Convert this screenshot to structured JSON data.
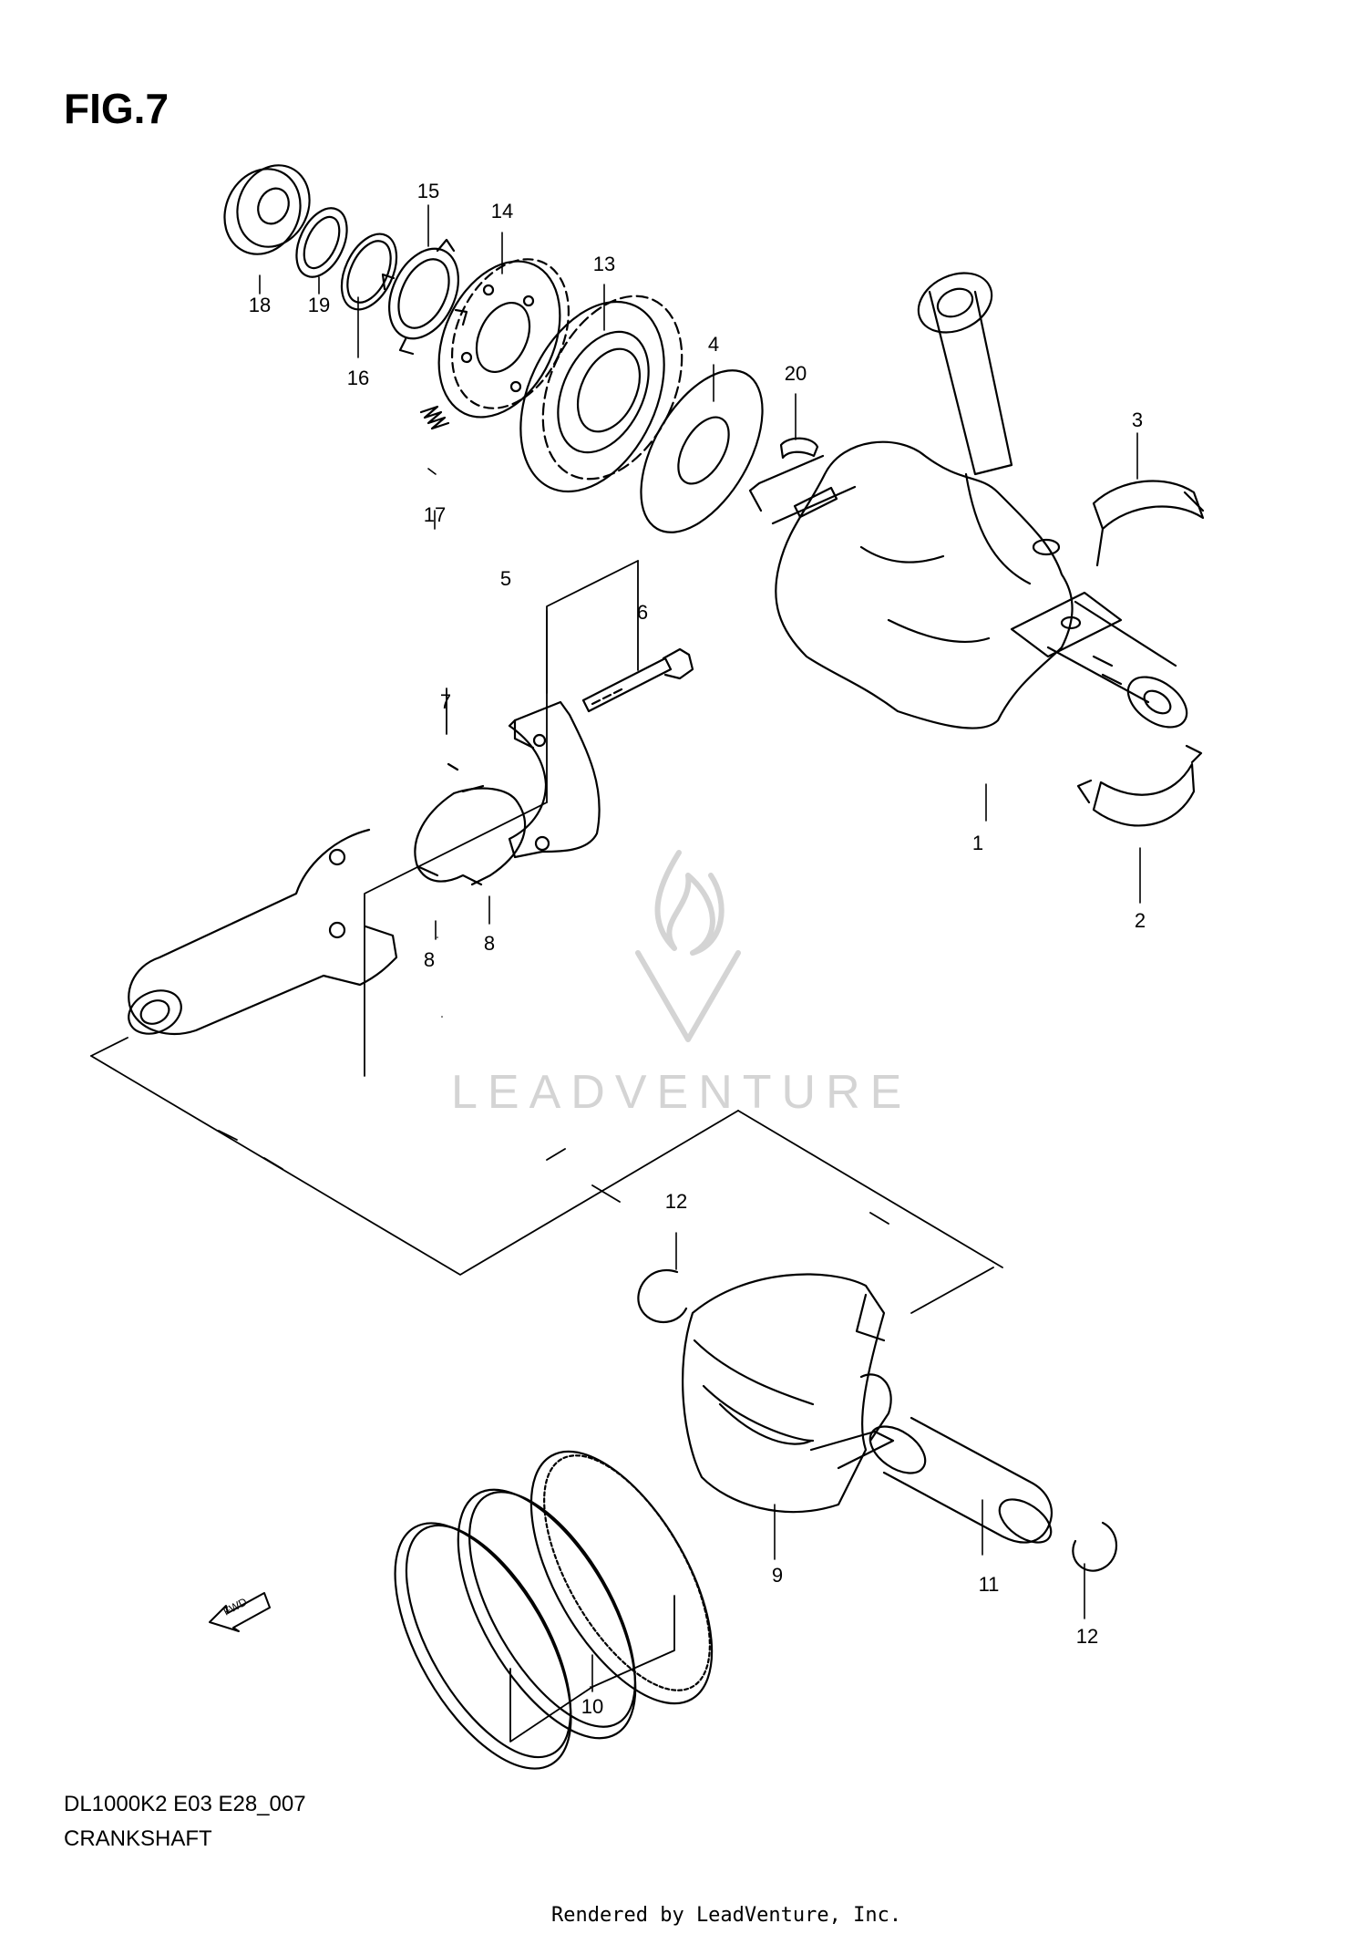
{
  "figure": {
    "title": "FIG.7",
    "model_code": "DL1000K2 E03 E28_007",
    "section_name": "CRANKSHAFT"
  },
  "callouts": {
    "c1": "1",
    "c2": "2",
    "c3": "3",
    "c4": "4",
    "c5": "5",
    "c6": "6",
    "c7": "7",
    "c8a": "8",
    "c8b": "8",
    "c9": "9",
    "c10": "10",
    "c11": "11",
    "c12a": "12",
    "c12b": "12",
    "c13": "13",
    "c14": "14",
    "c15": "15",
    "c16": "16",
    "c17": "17",
    "c18": "18",
    "c19": "19",
    "c20": "20"
  },
  "direction_marker": "FWD",
  "watermark": "LEADVENTURE",
  "footer": "Rendered by LeadVenture, Inc.",
  "colors": {
    "line": "#000000",
    "watermark": "#d4d4d4",
    "background": "#ffffff"
  }
}
